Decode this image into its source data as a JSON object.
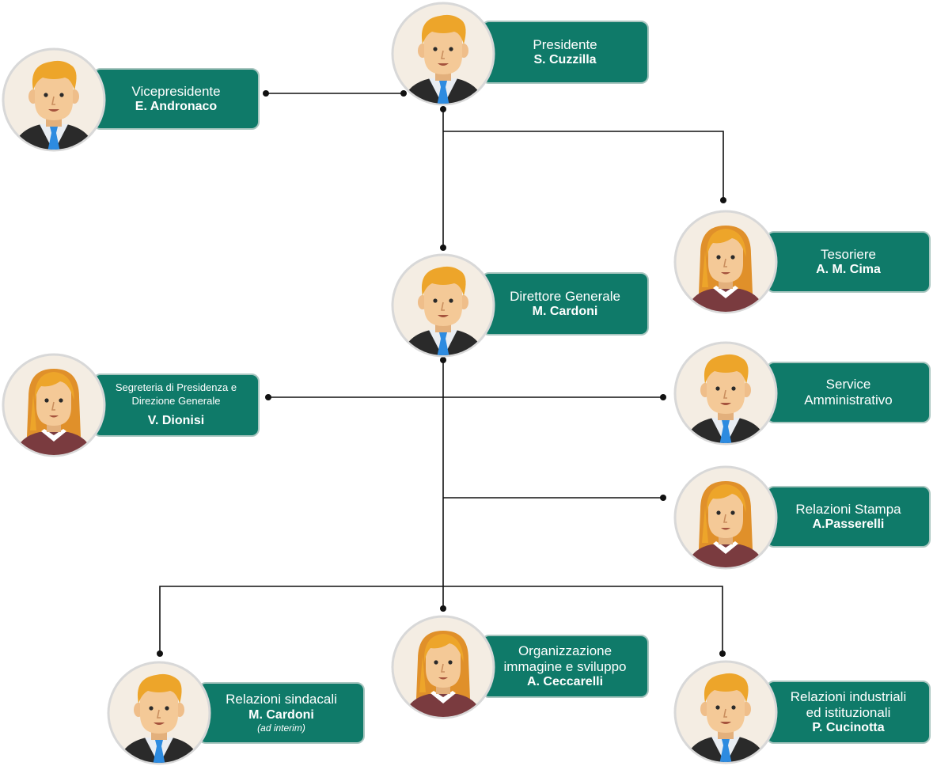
{
  "colors": {
    "box_fill": "#0f7a69",
    "box_border": "#a9c6c0",
    "line": "#111111",
    "avatar_bg": "#f4ede3",
    "hair": "#eda52a",
    "skin": "#f4c997"
  },
  "nodes": {
    "presidente": {
      "role": "Presidente",
      "name": "S. Cuzzilla",
      "avatar": "man-avatar-icon"
    },
    "vicepresidente": {
      "role": "Vicepresidente",
      "name": "E. Andronaco",
      "avatar": "man-avatar-icon"
    },
    "tesoriere": {
      "role": "Tesoriere",
      "name": "A. M. Cima",
      "avatar": "woman-avatar-icon"
    },
    "direttore": {
      "role": "Direttore Generale",
      "name": "M. Cardoni",
      "avatar": "man-avatar-icon"
    },
    "segreteria": {
      "role_line1": "Segreteria di Presidenza e",
      "role_line2": "Direzione Generale",
      "name": "V. Dionisi",
      "avatar": "woman-avatar-icon"
    },
    "service": {
      "role_line1": "Service",
      "role_line2": "Amministrativo",
      "avatar": "man-avatar-icon"
    },
    "stampa": {
      "role": "Relazioni Stampa",
      "name": "A.Passerelli",
      "avatar": "woman-avatar-icon"
    },
    "sindacali": {
      "role": "Relazioni sindacali",
      "name": "M. Cardoni",
      "note": "(ad interim)",
      "avatar": "man-avatar-icon"
    },
    "organizzazione": {
      "role_line1": "Organizzazione",
      "role_line2": "immagine e sviluppo",
      "name": "A. Ceccarelli",
      "avatar": "woman-avatar-icon"
    },
    "industriali": {
      "role_line1": "Relazioni industriali",
      "role_line2": "ed istituzionali",
      "name": "P. Cucinotta",
      "avatar": "man-avatar-icon"
    }
  }
}
